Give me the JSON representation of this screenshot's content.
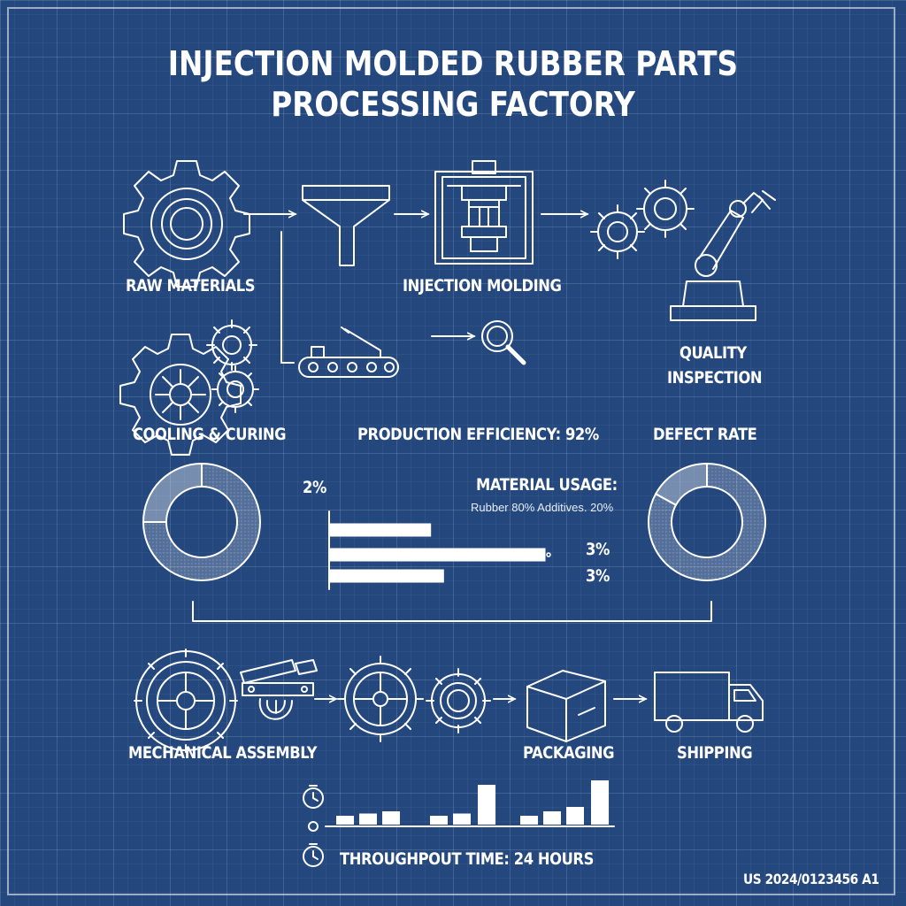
{
  "title": {
    "line1": "INJECTION MOLDED RUBBER PARTS",
    "line2": "PROCESSING FACTORY"
  },
  "stages": {
    "raw_materials": "RAW MATERIALS",
    "injection_molding": "INJECTION MOLDING",
    "quality_inspection_1": "QUALITY",
    "quality_inspection_2": "INSPECTION",
    "cooling_curing": "COOLING & CURING",
    "mechanical_assembly": "MECHANICAL ASSEMBLY",
    "packaging": "PACKAGING",
    "shipping": "SHIPPING"
  },
  "metrics": {
    "production_efficiency": "PRODUCTION EFFICIENCY: 92%",
    "defect_rate": "DEFECT RATE",
    "material_usage_title": "MATERIAL USAGE:",
    "material_usage_detail": "Rubber 80% Additives. 20%",
    "throughput": "THROUGHPOUT TIME: 24 HOURS"
  },
  "chart_labels": {
    "left_pct": "2%",
    "bar_pct_1": "3%",
    "bar_pct_2": "3%"
  },
  "chart_data": [
    {
      "type": "pie",
      "name": "",
      "values": [
        75,
        25
      ]
    },
    {
      "type": "bar",
      "values": [
        0.47,
        1.0,
        0.53
      ]
    },
    {
      "type": "pie",
      "name": "",
      "values": [
        83,
        17
      ]
    },
    {
      "type": "bar",
      "values": [
        0.2,
        0.25,
        0.3,
        0.9,
        0.2,
        0.25,
        0.3,
        0.2,
        0.3,
        0.4,
        1.0
      ]
    }
  ],
  "patent_number": "US 2024/0123456 A1",
  "colors": {
    "background": "#24487e",
    "line": "#ffffff"
  },
  "icons": [
    "gear-icon",
    "funnel-icon",
    "press-icon",
    "robot-arm-icon",
    "gears-icon",
    "conveyor-icon",
    "magnifier-icon",
    "box-icon",
    "truck-icon",
    "stopwatch-icon"
  ]
}
